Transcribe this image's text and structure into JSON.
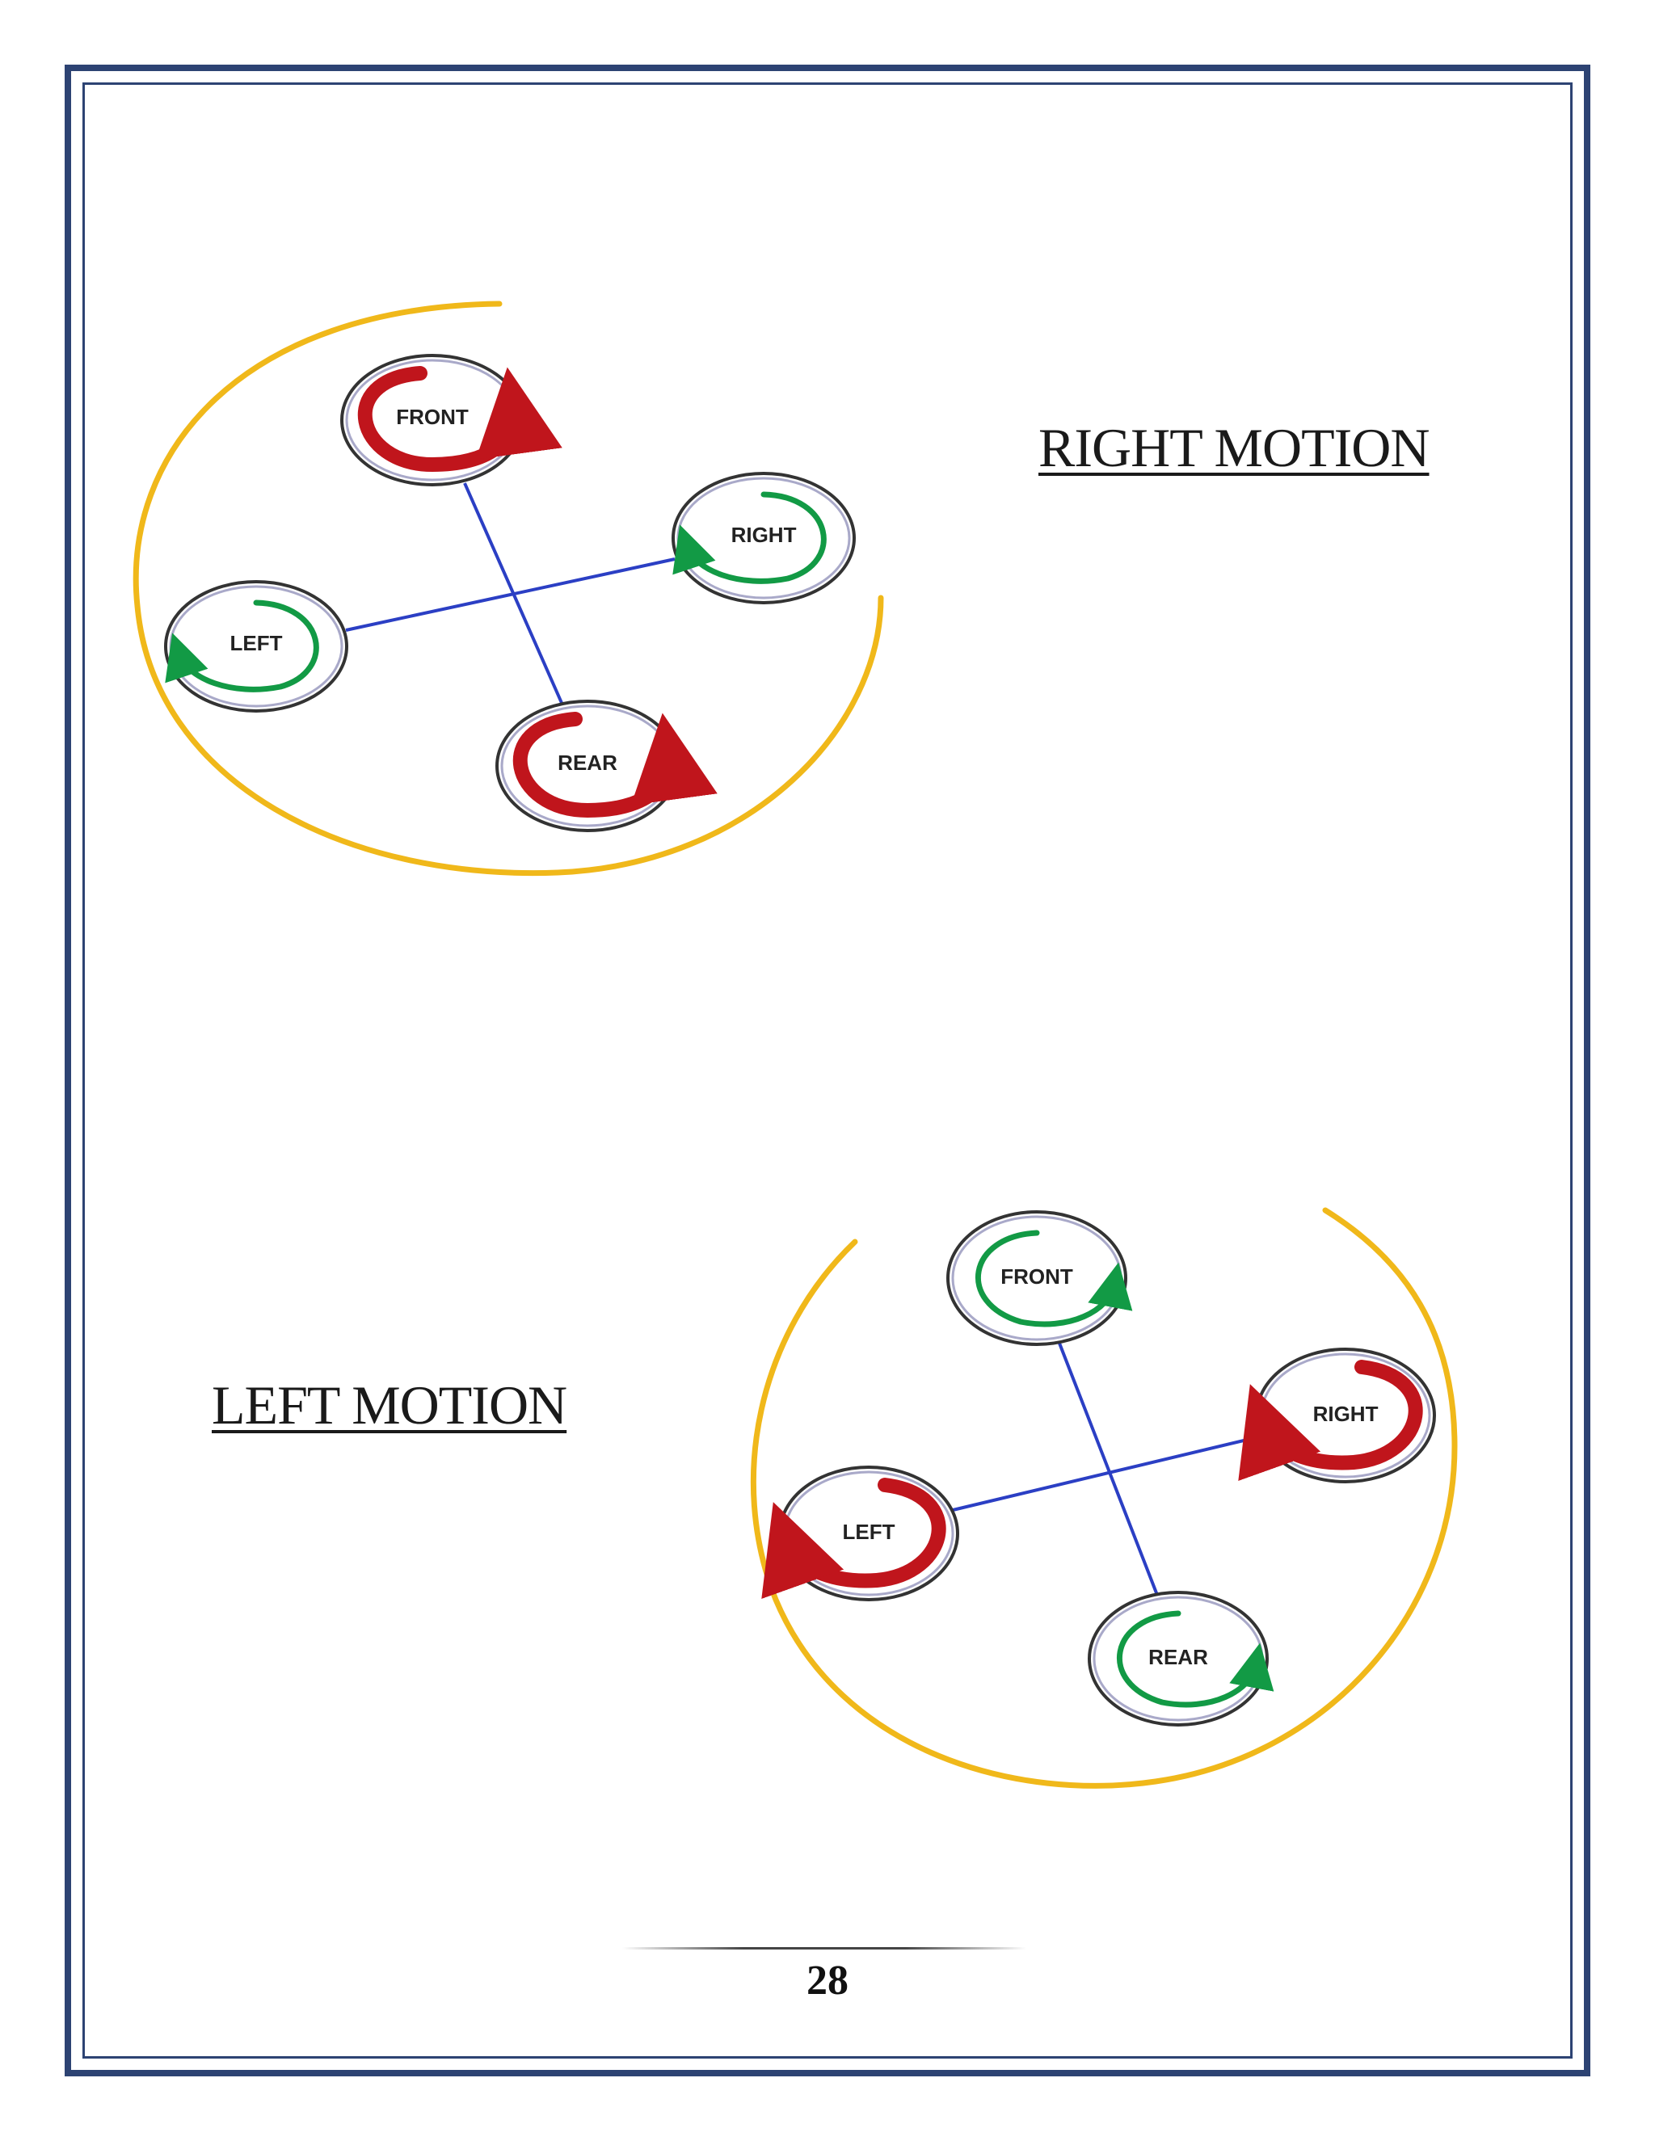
{
  "colors": {
    "frame": "#2d4373",
    "orbit": "#f0b81a",
    "arm": "#2b3fc4",
    "fast": "#c0151c",
    "slow": "#129a45"
  },
  "diagrams": [
    {
      "title": "RIGHT MOTION",
      "rotors": {
        "front": {
          "label": "FRONT",
          "speed": "fast"
        },
        "right": {
          "label": "RIGHT",
          "speed": "slow"
        },
        "left": {
          "label": "LEFT",
          "speed": "slow"
        },
        "rear": {
          "label": "REAR",
          "speed": "fast"
        }
      }
    },
    {
      "title": "LEFT MOTION",
      "rotors": {
        "front": {
          "label": "FRONT",
          "speed": "slow"
        },
        "right": {
          "label": "RIGHT",
          "speed": "fast"
        },
        "left": {
          "label": "LEFT",
          "speed": "fast"
        },
        "rear": {
          "label": "REAR",
          "speed": "slow"
        }
      }
    }
  ],
  "page_number": "28"
}
